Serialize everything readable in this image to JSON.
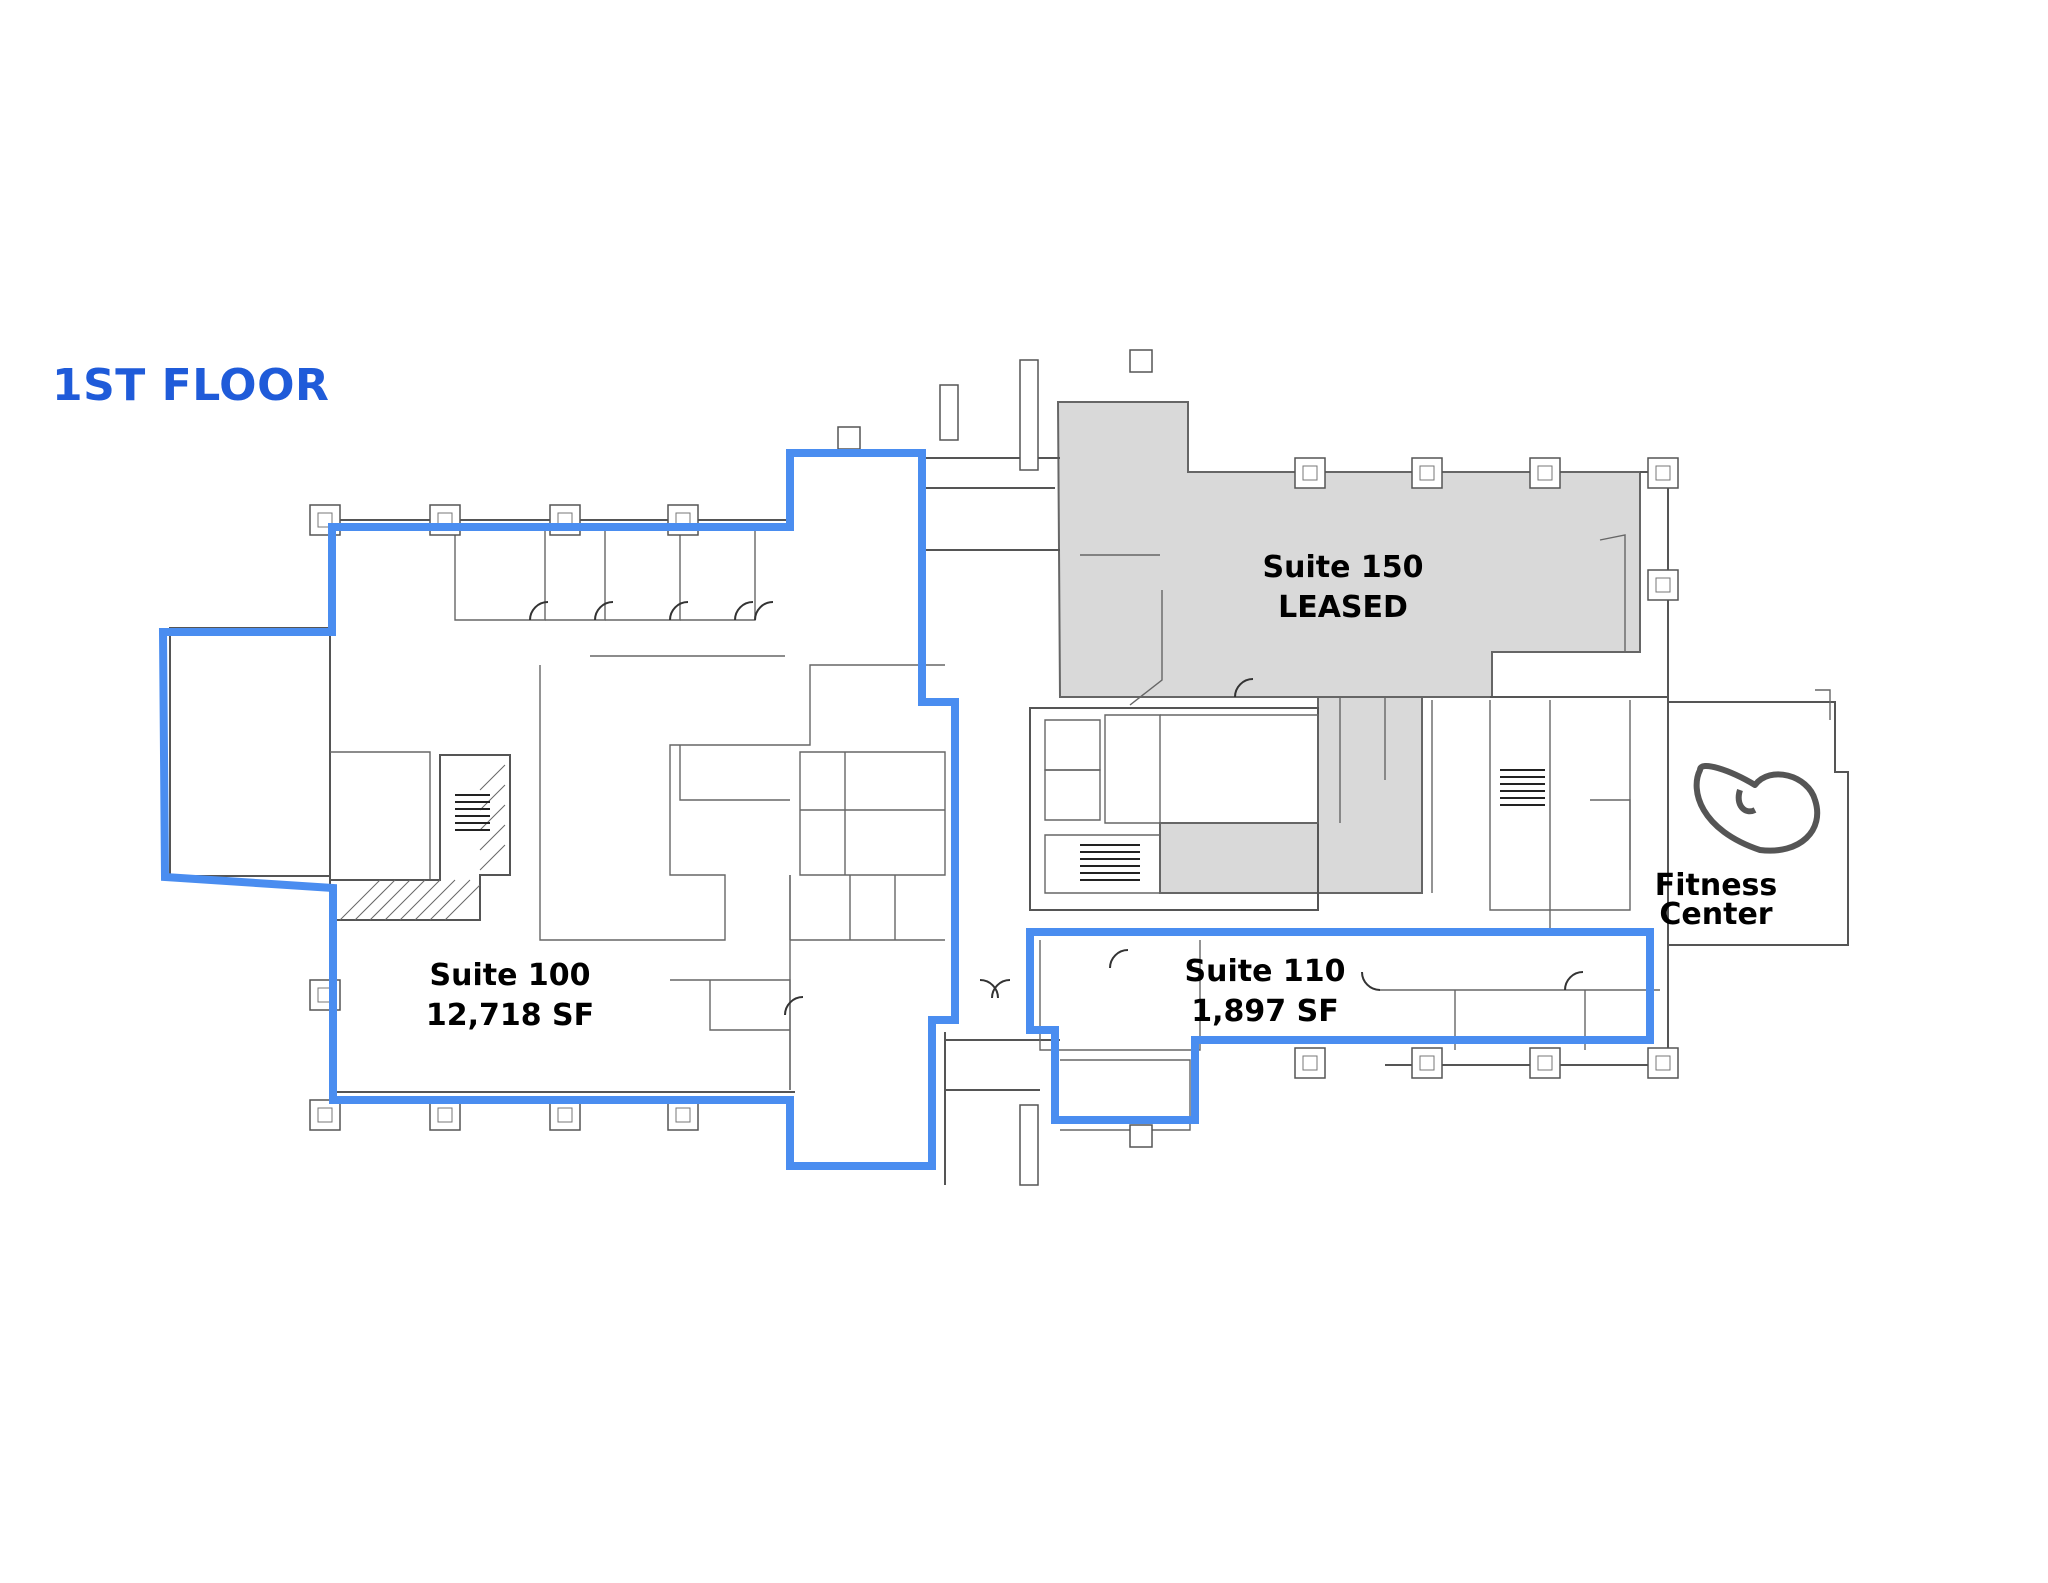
{
  "floor_title": "1ST FLOOR",
  "suites": [
    {
      "name": "Suite 100",
      "detail": "12,718 SF",
      "status": "available"
    },
    {
      "name": "Suite 150",
      "detail": "LEASED",
      "status": "leased"
    },
    {
      "name": "Suite 110",
      "detail": "1,897 SF",
      "status": "available"
    }
  ],
  "amenity": {
    "line1": "Fitness",
    "line2": "Center",
    "icon": "flexed-arm-icon"
  },
  "colors": {
    "title": "#1f5bd9",
    "available_outline": "#4a8df0",
    "leased_fill": "#d9d9d9",
    "walls": "#555555",
    "text": "#000000"
  }
}
